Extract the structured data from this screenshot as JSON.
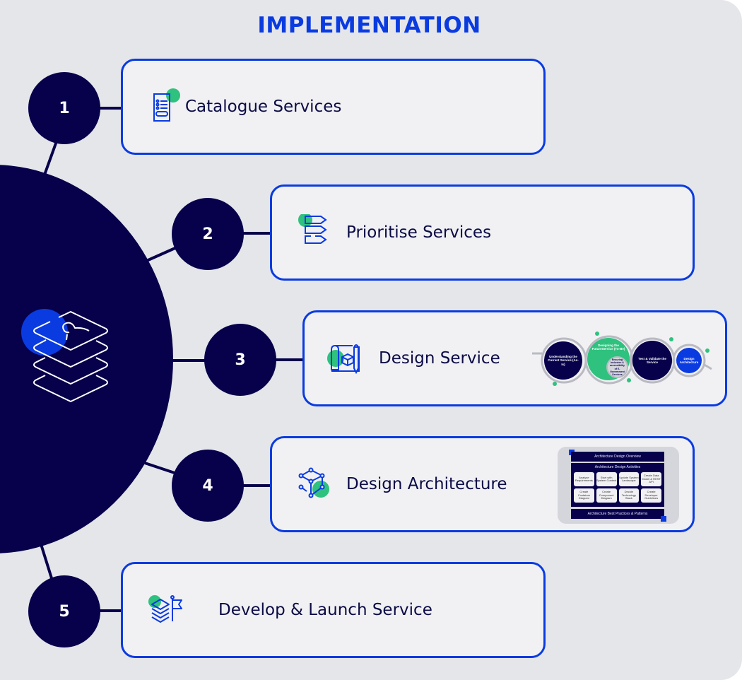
{
  "title": "IMPLEMENTATION",
  "colors": {
    "accent_blue": "#0a3be0",
    "navy": "#07004b",
    "green": "#2ec27e",
    "background": "#e5e6ea",
    "card_background": "#f1f1f4"
  },
  "hub": {
    "icon": "stacked-layers-user-icon"
  },
  "steps": [
    {
      "number": "1",
      "label": "Catalogue Services",
      "icon": "document-list-icon"
    },
    {
      "number": "2",
      "label": "Prioritise Services",
      "icon": "priority-tags-icon"
    },
    {
      "number": "3",
      "label": "Design Service",
      "icon": "blueprint-cube-icon"
    },
    {
      "number": "4",
      "label": "Design Architecture",
      "icon": "network-cube-icon"
    },
    {
      "number": "5",
      "label": "Develop & Launch Service",
      "icon": "layers-flag-icon"
    }
  ],
  "design_service_diagram": {
    "nodes": [
      {
        "label": "Understanding the Current Service (As-Is)"
      },
      {
        "label": "Designing the FutureService (To-Be)"
      },
      {
        "label": "Ensuring Inclusion & accessibility of E-Government Services"
      },
      {
        "label": "Test & Validate the Service"
      },
      {
        "label": "Design Architecture"
      }
    ]
  },
  "architecture_diagram": {
    "overview": "Architecture Design Overview",
    "activities_title": "Architecture Design Activities",
    "activities": [
      "Analyse Requirements",
      "Start with System Context",
      "Update System Landscape",
      "Create Data Model & REST API",
      "Create Container Diagram",
      "Create Component Diagram",
      "Decide Technology Stack",
      "Create Developer Guidelines"
    ],
    "footer": "Architecture Best Practices & Patterns"
  }
}
